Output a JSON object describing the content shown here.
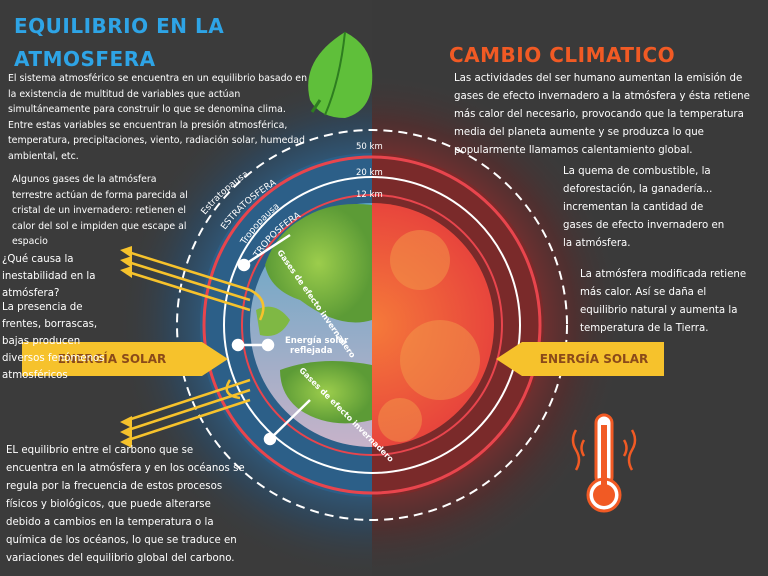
{
  "left": {
    "title_line1": "EQUILIBRIO EN LA",
    "title_line2": "ATMOSFERA",
    "intro": "El sistema atmosférico se encuentra en un equilibrio basado en la existencia de multitud de variables que actúan simultáneamente para construir lo que se denomina clima. Entre estas variables se encuentran la presión atmosférica, temperatura, precipitaciones, viento, radiación solar, humedad ambiental, etc.",
    "greenhouse": "Algunos gases de la atmósfera terrestre actúan de forma parecida al cristal de un invernadero: retienen el calor del sol e impiden que escape al espacio",
    "question": "¿Qué causa la inestabilidad en la atmósfera?",
    "answer": "La presencia de frentes, borrascas, bajas producen diversos fenómenos atmosféricos",
    "carbon": "EL equilibrio entre el carbono que se encuentra en la atmósfera y en los océanos se regula por la frecuencia de estos procesos físicos y biológicos, que puede alterarse debido a cambios en la temperatura o la química de los océanos, lo que se traduce en variaciones del equilibrio global del carbono."
  },
  "right": {
    "title": "CAMBIO CLIMATICO",
    "intro": "Las actividades del ser humano aumentan la emisión de gases de efecto invernadero a la atmósfera y ésta retiene más calor del necesario, provocando que la temperatura media del planeta aumente y se produzca lo que popularmente llamamos calentamiento global.",
    "burning": "La quema de combustible, la deforestación, la ganadería... incrementan la cantidad de gases de efecto invernadero en la atmósfera.",
    "modified": "La atmósfera modificada retiene más calor. Así se daña el equilibrio natural y aumenta la temperatura de la Tierra."
  },
  "diagram": {
    "km50": "50 km",
    "km20": "20 km",
    "km12": "12 km",
    "estratopausa": "Estratopausa",
    "estratosfera": "ESTRATOSFERA",
    "tropopausa": "Tropopausa",
    "troposfera": "TROPOSFERA",
    "gases1": "Gases de efecto invernadero",
    "energia_reflejada": "Energía solar reflejada",
    "gases2": "Gases de efecto invernadero",
    "solar_left": "ENERGÍA SOLAR",
    "solar_right": "ENERGÍA SOLAR"
  },
  "colors": {
    "blue_title": "#2ea4e6",
    "orange_title": "#f15a24",
    "arrow_yellow": "#f6c22c",
    "ring_red": "#e8454d"
  },
  "icons": [
    "leaf-icon",
    "thermometer-icon",
    "sun-arrow-icon"
  ]
}
